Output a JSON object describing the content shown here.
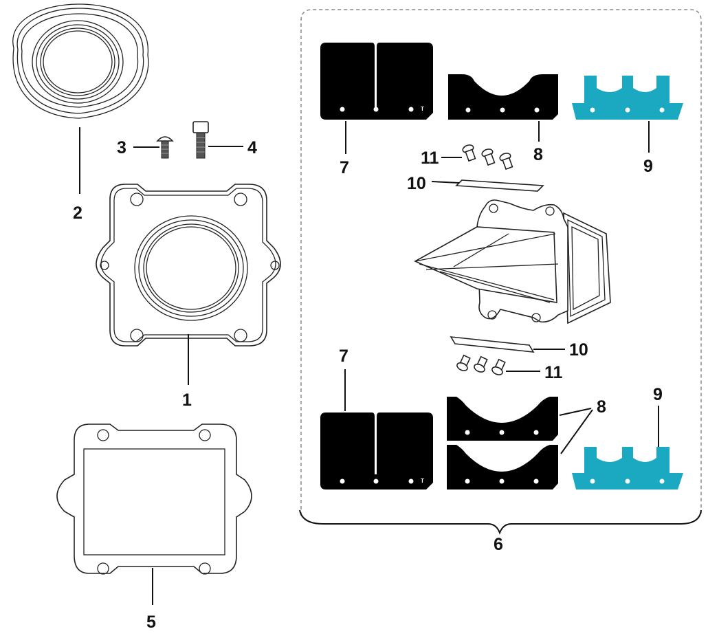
{
  "diagram": {
    "colors": {
      "line": "#111111",
      "reed_black": "#000000",
      "stopper_black": "#000000",
      "stopper_cyan": "#1aa9c0",
      "kit_border": "#888888"
    },
    "callouts": {
      "c1": "1",
      "c2": "2",
      "c3": "3",
      "c4": "4",
      "c5": "5",
      "c6": "6",
      "c7_top": "7",
      "c7_bottom": "7",
      "c8_top": "8",
      "c8_bottom": "8",
      "c9_top": "9",
      "c9_bottom": "9",
      "c10_top": "10",
      "c10_bottom": "10",
      "c11_top": "11",
      "c11_bottom": "11"
    },
    "reed_marks": {
      "top": "T",
      "bottom": "T"
    }
  }
}
